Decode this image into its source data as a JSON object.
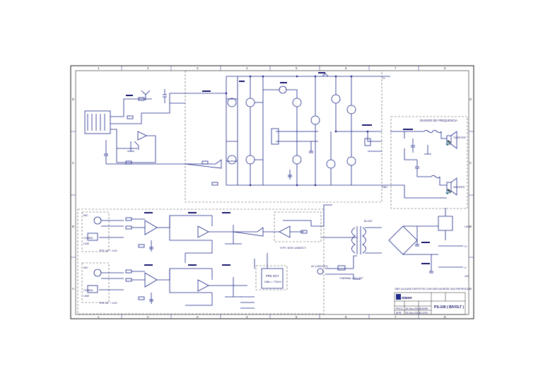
{
  "grid": {
    "columns": [
      "1",
      "2",
      "3",
      "4",
      "5",
      "6",
      "7",
      "8"
    ],
    "rows": [
      "D",
      "C",
      "B",
      "A"
    ]
  },
  "labels": {
    "divisor": "DIVISOR DE FREQUENCIA",
    "pre_out": "PRE OUT",
    "pre_out_sub": "0dBu = 775mV",
    "hpf": "H.P.F. 40HZ 12dB/OCT",
    "ac": "AC (120/220V)",
    "thermal": "THERMAL CUT-OFF",
    "black": "BLACK",
    "tweeter": "TWEETER",
    "woofer": "WOOFER",
    "mic1": "MIC",
    "mic2": "MIC",
    "line1": "LINE",
    "line2": "LINE",
    "combo1": "COMBO",
    "combo2": "COMBO",
    "trs1": "TRS 1/4\" + XLR",
    "trs2": "TRS 1/4\" + XLR",
    "vplus": "+V",
    "vminus": "-V",
    "v15p": "+15V",
    "v15m": "-15V",
    "gnd": "GND",
    "note": "OBS: ALGUNS DEFEITOS COM OBS NA REDE SAO REPRODUZ"
  },
  "title_block": {
    "brand": "staner",
    "model": "PS-100 ( BIVOLT )",
    "row1": "PROJ.",
    "row2": "APR.",
    "date1": "26-Sep-2012",
    "date2": "26-Sep-2012",
    "name1": "ANDRE",
    "name2": "ELIZEU"
  }
}
